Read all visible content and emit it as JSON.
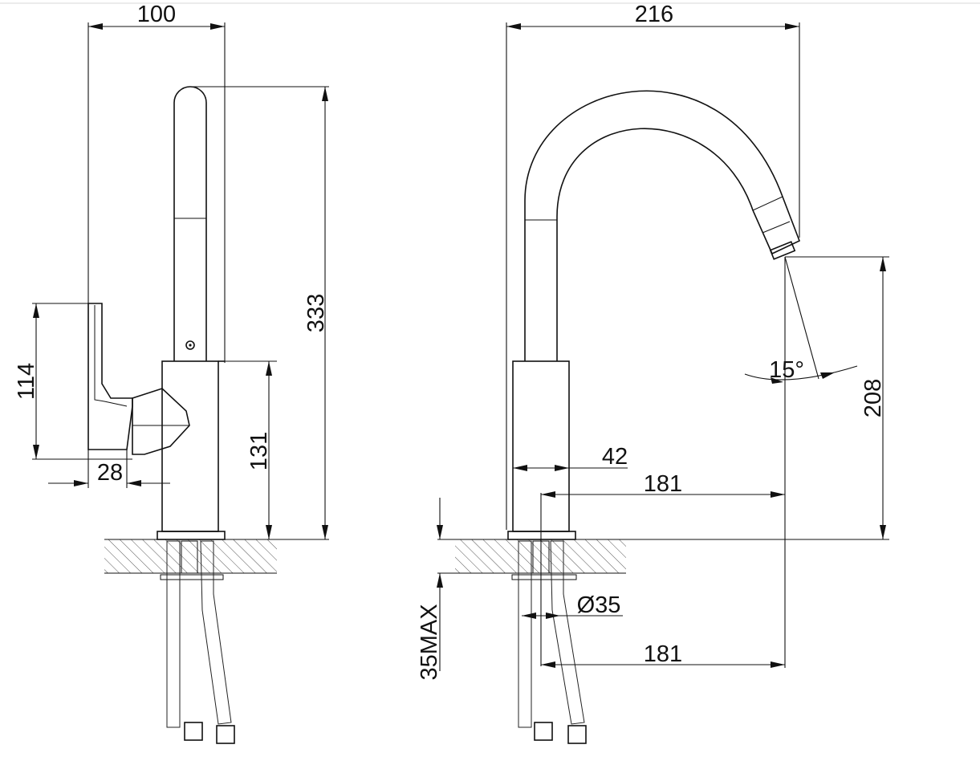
{
  "side_view": {
    "dim_width_top": "100",
    "dim_total_height": "333",
    "dim_handle_height": "114",
    "dim_body_height": "131",
    "dim_handle_offset": "28"
  },
  "front_view": {
    "dim_width_top": "216",
    "dim_spout_height": "208",
    "dim_swivel_angle": "15°",
    "dim_body_width": "42",
    "dim_reach": "181",
    "dim_hole_diameter": "Ø35",
    "dim_hose_reach": "181",
    "dim_counter_thickness": "35MAX"
  }
}
